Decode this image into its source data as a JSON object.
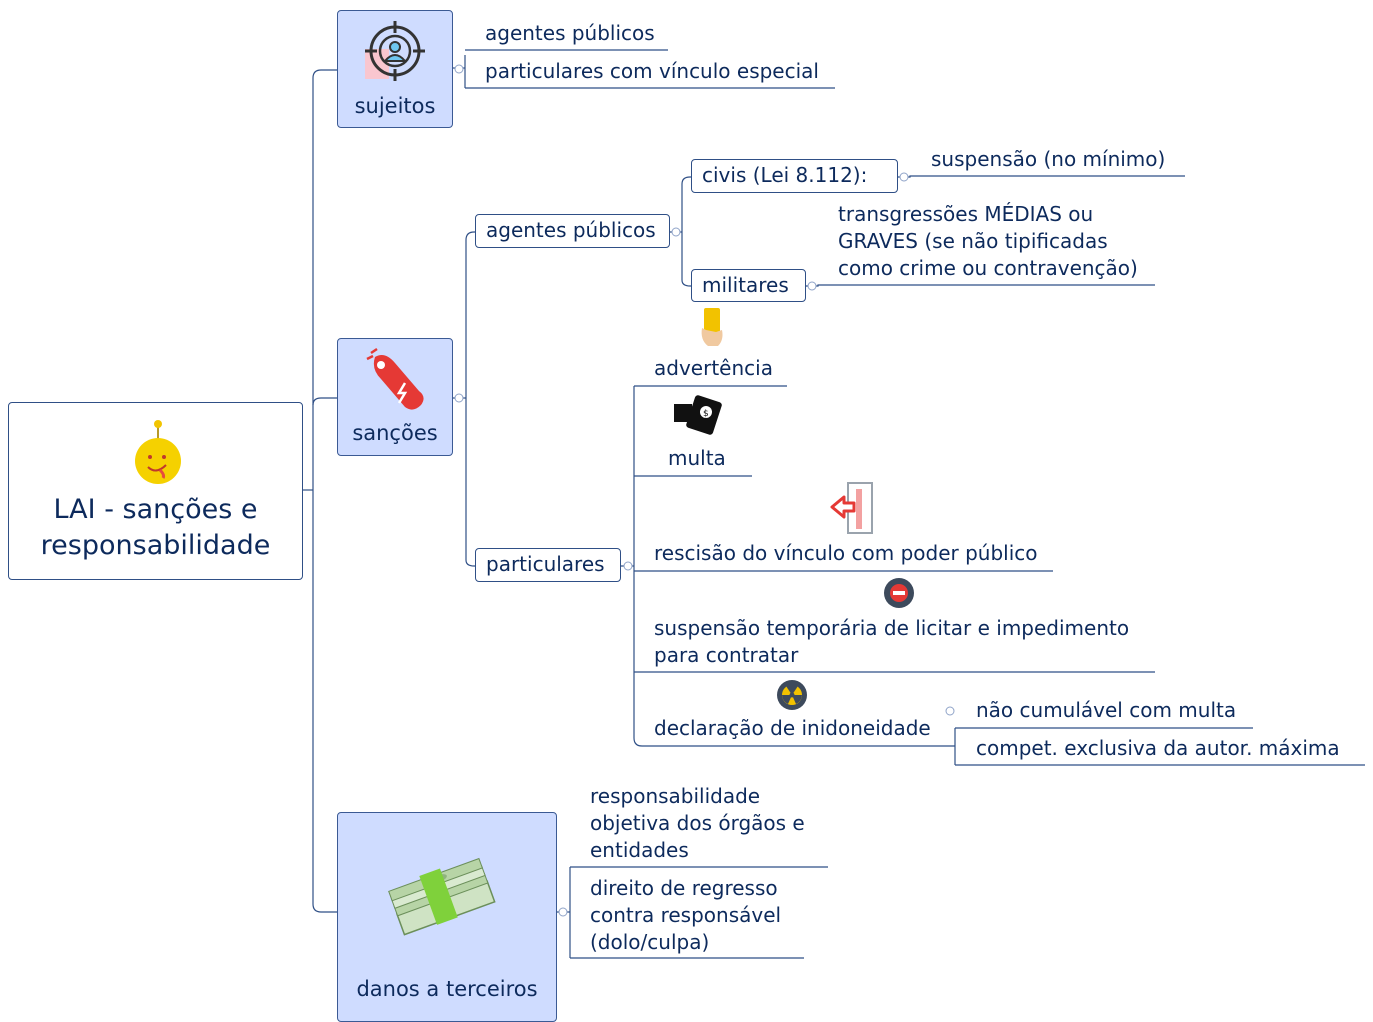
{
  "root": {
    "label_line1": "LAI - sanções e",
    "label_line2": "responsabilidade",
    "icon": "smiley-face-icon"
  },
  "sujeitos": {
    "label": "sujeitos",
    "icon": "target-user-icon",
    "items": [
      "agentes públicos",
      "particulares com vínculo especial"
    ]
  },
  "sancoes": {
    "label": "sanções",
    "icon": "taser-icon",
    "agentes": {
      "label": "agentes públicos",
      "civis": {
        "label": "civis (Lei 8.112):",
        "detail": "suspensão (no mínimo)"
      },
      "militares": {
        "label": "militares",
        "detail_line1": "transgressões MÉDIAS ou",
        "detail_line2": "GRAVES (se não tipificadas",
        "detail_line3": "como crime ou contravenção)"
      }
    },
    "particulares": {
      "label": "particulares",
      "advertencia": "advertência",
      "multa": "multa",
      "rescisao": "rescisão do vínculo com poder público",
      "suspensao_line1": "suspensão temporária de licitar e impedimento",
      "suspensao_line2": "para contratar",
      "declaracao": "declaração de inidoneidade",
      "declaracao_notes": [
        "não cumulável com multa",
        "compet. exclusiva da autor. máxima"
      ]
    }
  },
  "danos": {
    "label": "danos a terceiros",
    "icon": "money-stack-icon",
    "item1_line1": "responsabilidade",
    "item1_line2": "objetiva dos órgãos e",
    "item1_line3": "entidades",
    "item2_line1": "direito de regresso",
    "item2_line2": "contra responsável",
    "item2_line3": "(dolo/culpa)"
  },
  "colors": {
    "line": "#2f4f86",
    "topic_fill": "#cfdcff",
    "text": "#0d2a5c"
  }
}
